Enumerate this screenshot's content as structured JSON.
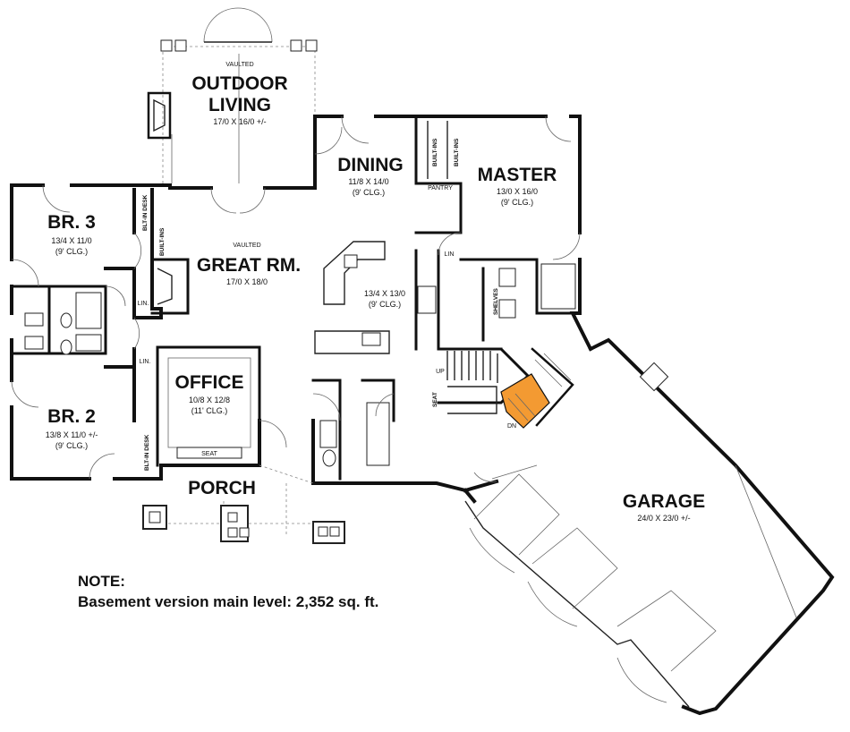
{
  "accent_color": "#f39a32",
  "rooms": {
    "outdoor": {
      "tag": "VAULTED",
      "name1": "OUTDOOR",
      "name2": "LIVING",
      "dim": "17/0 X 16/0 +/-"
    },
    "dining": {
      "name": "DINING",
      "dim": "11/8 X 14/0",
      "clg": "(9' CLG.)"
    },
    "master": {
      "name": "MASTER",
      "dim": "13/0 X 16/0",
      "clg": "(9' CLG.)"
    },
    "br3": {
      "name": "BR. 3",
      "dim": "13/4 X 11/0",
      "clg": "(9' CLG.)"
    },
    "great": {
      "tag": "VAULTED",
      "name": "GREAT RM.",
      "dim": "17/0 X 18/0"
    },
    "kitchen": {
      "dim": "13/4 X 13/0",
      "clg": "(9' CLG.)"
    },
    "office": {
      "name": "OFFICE",
      "dim": "10/8 X 12/8",
      "clg": "(11' CLG.)",
      "seat": "SEAT"
    },
    "br2": {
      "name": "BR. 2",
      "dim": "13/8 X 11/0 +/-",
      "clg": "(9' CLG.)"
    },
    "porch": {
      "name": "PORCH"
    },
    "garage": {
      "name": "GARAGE",
      "dim": "24/0 X 23/0 +/-"
    }
  },
  "labels": {
    "pantry": "PANTRY",
    "built_ins": "BUILT-INS",
    "blt_in_desk": "BLT-IN DESK",
    "lin": "LIN.",
    "lin_master": "LIN",
    "shelves": "SHELVES",
    "seat": "SEAT",
    "up": "UP",
    "dn": "DN"
  },
  "note": {
    "title": "NOTE:",
    "text": "Basement version main level: 2,352 sq. ft."
  }
}
